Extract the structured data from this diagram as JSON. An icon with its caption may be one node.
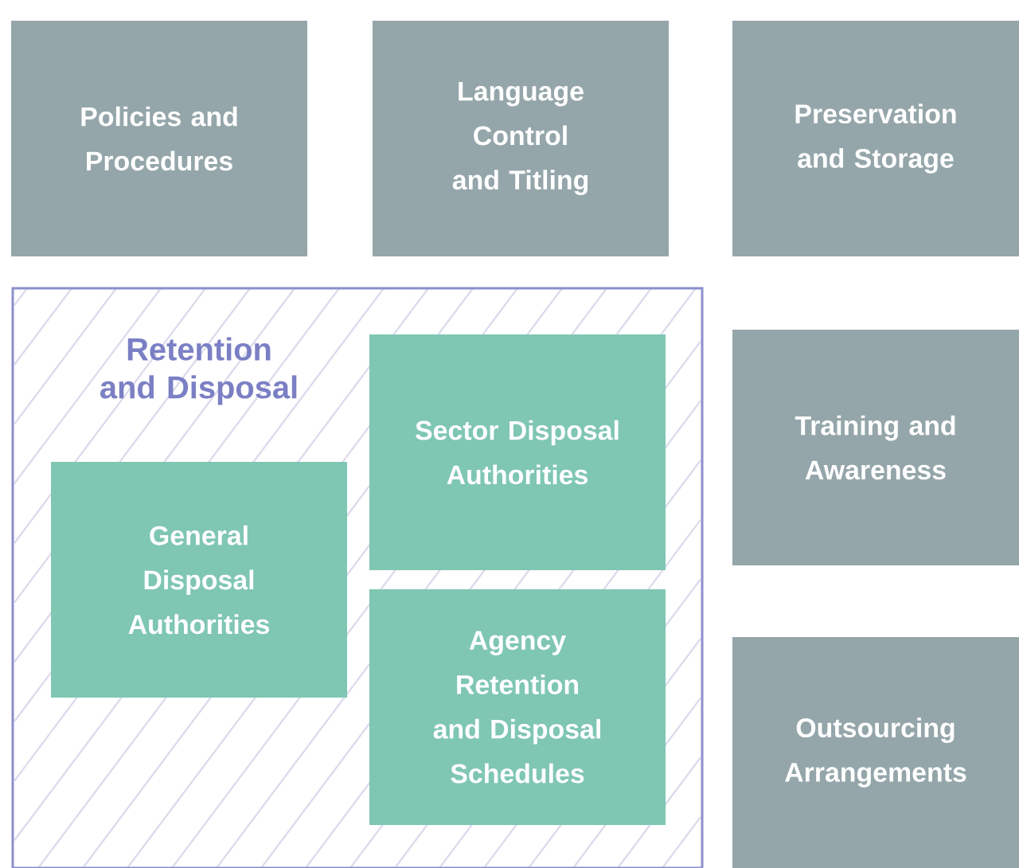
{
  "diagram": {
    "nodes": [
      {
        "text": [
          "Policies and Procedures"
        ]
      },
      {
        "text": [
          "Language Control and Titling"
        ]
      },
      {
        "text": [
          "Preservation and Storage"
        ]
      },
      {
        "text": [
          "Retention and Disposal"
        ]
      },
      {
        "text": [
          "Sector Disposal Authorities"
        ],
        "in": 3
      },
      {
        "text": [
          "General Disposal Authorities"
        ],
        "in": 3
      },
      {
        "text": [
          "Agency Retention and Disposal Schedules"
        ],
        "in": 3
      },
      {
        "text": [
          "Training and Awareness"
        ]
      },
      {
        "text": [
          "Outsourcing Arrangements"
        ]
      }
    ]
  }
}
